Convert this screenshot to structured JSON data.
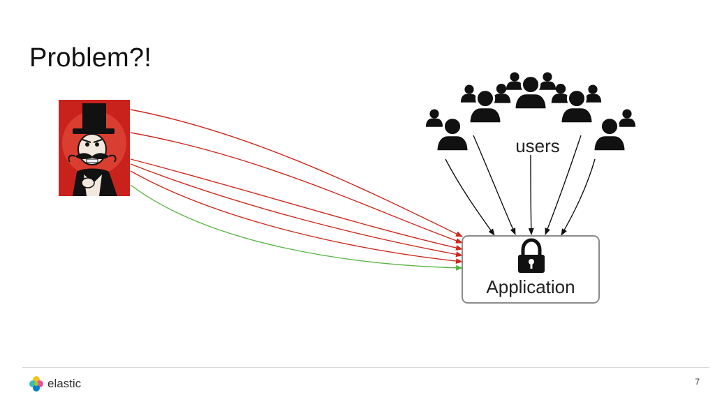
{
  "slide": {
    "title": "Problem?!",
    "page_number": "7"
  },
  "diagram": {
    "users_label": "users",
    "application_label": "Application",
    "icons": {
      "attacker": "villain-icon",
      "users": "user-group-icon",
      "lock": "lock-icon"
    },
    "colors": {
      "malicious_arrow": "#cc2a1e",
      "benign_arrow": "#5bb446",
      "user_arrow": "#111111",
      "attacker_bg": "#c9221d"
    }
  },
  "footer": {
    "logo_text": "elastic"
  }
}
